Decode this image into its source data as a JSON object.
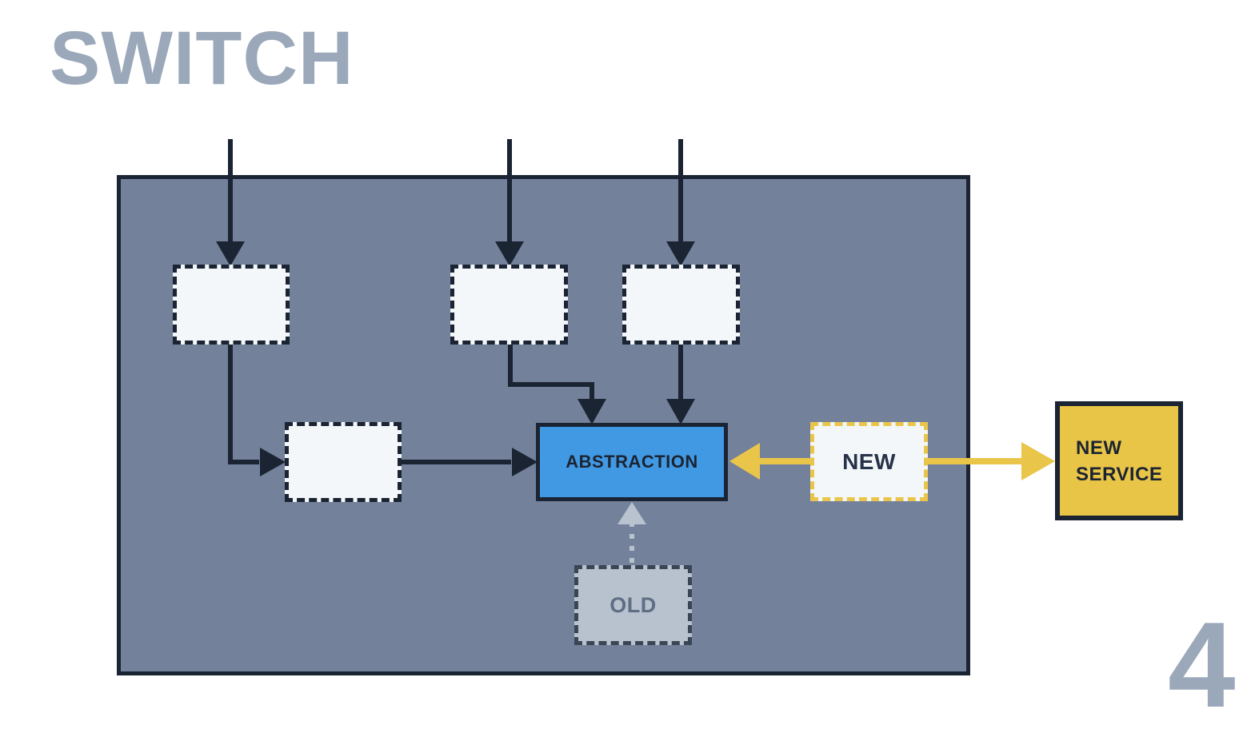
{
  "title": "SWITCH",
  "page_number": "4",
  "nodes": {
    "abstraction": {
      "label": "ABSTRACTION",
      "fill": "#4299e3"
    },
    "new": {
      "label": "NEW",
      "fill": "#f4f7fa",
      "border": "#e9c64a"
    },
    "old": {
      "label": "OLD",
      "fill": "#b8c1ce"
    },
    "new_service": {
      "label": "NEW SERVICE",
      "fill": "#e8c547"
    },
    "placeholder_boxes": [
      "",
      "",
      "",
      ""
    ]
  },
  "edges": [
    {
      "from": "external-top-1",
      "to": "placeholder-box-1",
      "style": "solid-dark"
    },
    {
      "from": "external-top-2",
      "to": "placeholder-box-2",
      "style": "solid-dark"
    },
    {
      "from": "external-top-3",
      "to": "placeholder-box-3",
      "style": "solid-dark"
    },
    {
      "from": "placeholder-box-1",
      "to": "placeholder-box-4",
      "style": "solid-dark-elbow"
    },
    {
      "from": "placeholder-box-4",
      "to": "abstraction",
      "style": "solid-dark"
    },
    {
      "from": "placeholder-box-2",
      "to": "abstraction",
      "style": "solid-dark-elbow"
    },
    {
      "from": "placeholder-box-3",
      "to": "abstraction",
      "style": "solid-dark"
    },
    {
      "from": "new",
      "to": "abstraction",
      "style": "solid-yellow"
    },
    {
      "from": "new",
      "to": "new_service",
      "style": "solid-yellow"
    },
    {
      "from": "old",
      "to": "abstraction",
      "style": "dotted-gray"
    }
  ],
  "colors": {
    "title_text": "#9aa8ba",
    "page_number_text": "#9aa8ba",
    "container_fill": "#73819b",
    "dark_line": "#1b2433",
    "placeholder_fill": "#f4f7fa",
    "abstraction_fill": "#4299e3",
    "yellow_accent": "#e9c64a",
    "new_service_fill": "#e8c547",
    "old_fill": "#b8c1ce",
    "old_border": "#3a4556",
    "old_text": "#5d6e85",
    "dotted_arrow": "#b9c2cf"
  }
}
